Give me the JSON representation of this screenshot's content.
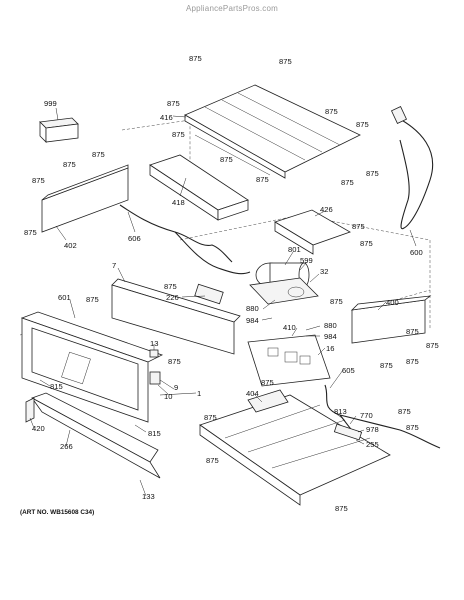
{
  "watermark": "AppliancePartsPros.com",
  "art_number": "(ART NO. WB15608 C34)",
  "callouts": {
    "c999": "999",
    "c416": "416",
    "c418": "418",
    "c402": "402",
    "c606": "606",
    "c426": "426",
    "c600": "600",
    "c801": "801",
    "c599": "599",
    "c32": "32",
    "c7": "7",
    "c226": "226",
    "c601": "601",
    "c400": "400",
    "c880a": "880",
    "c880b": "880",
    "c984a": "984",
    "c984b": "984",
    "c410": "410",
    "c13": "13",
    "c16": "16",
    "c9": "9",
    "c10": "10",
    "c1": "1",
    "c815a": "815",
    "c815b": "815",
    "c605": "605",
    "c404": "404",
    "c813": "813",
    "c770": "770",
    "c978": "978",
    "c255": "255",
    "c420": "420",
    "c266": "266",
    "c133": "133",
    "c875": "875"
  }
}
